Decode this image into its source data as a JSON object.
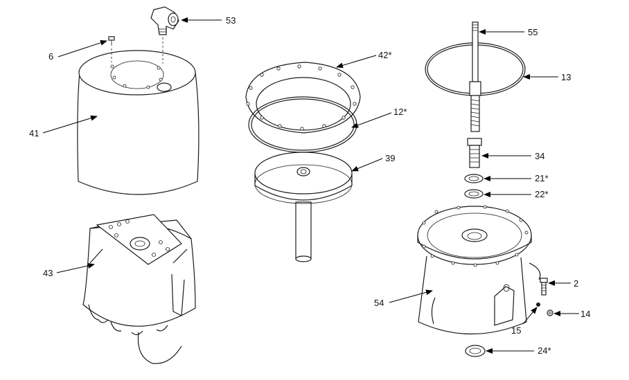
{
  "callouts": {
    "c6": "6",
    "c53": "53",
    "c41": "41",
    "c43": "43",
    "c42": "42*",
    "c12": "12*",
    "c39": "39",
    "c55": "55",
    "c13": "13",
    "c34": "34",
    "c21": "21*",
    "c22": "22*",
    "c54": "54",
    "c2": "2",
    "c14": "14",
    "c15": "15",
    "c24": "24*"
  }
}
